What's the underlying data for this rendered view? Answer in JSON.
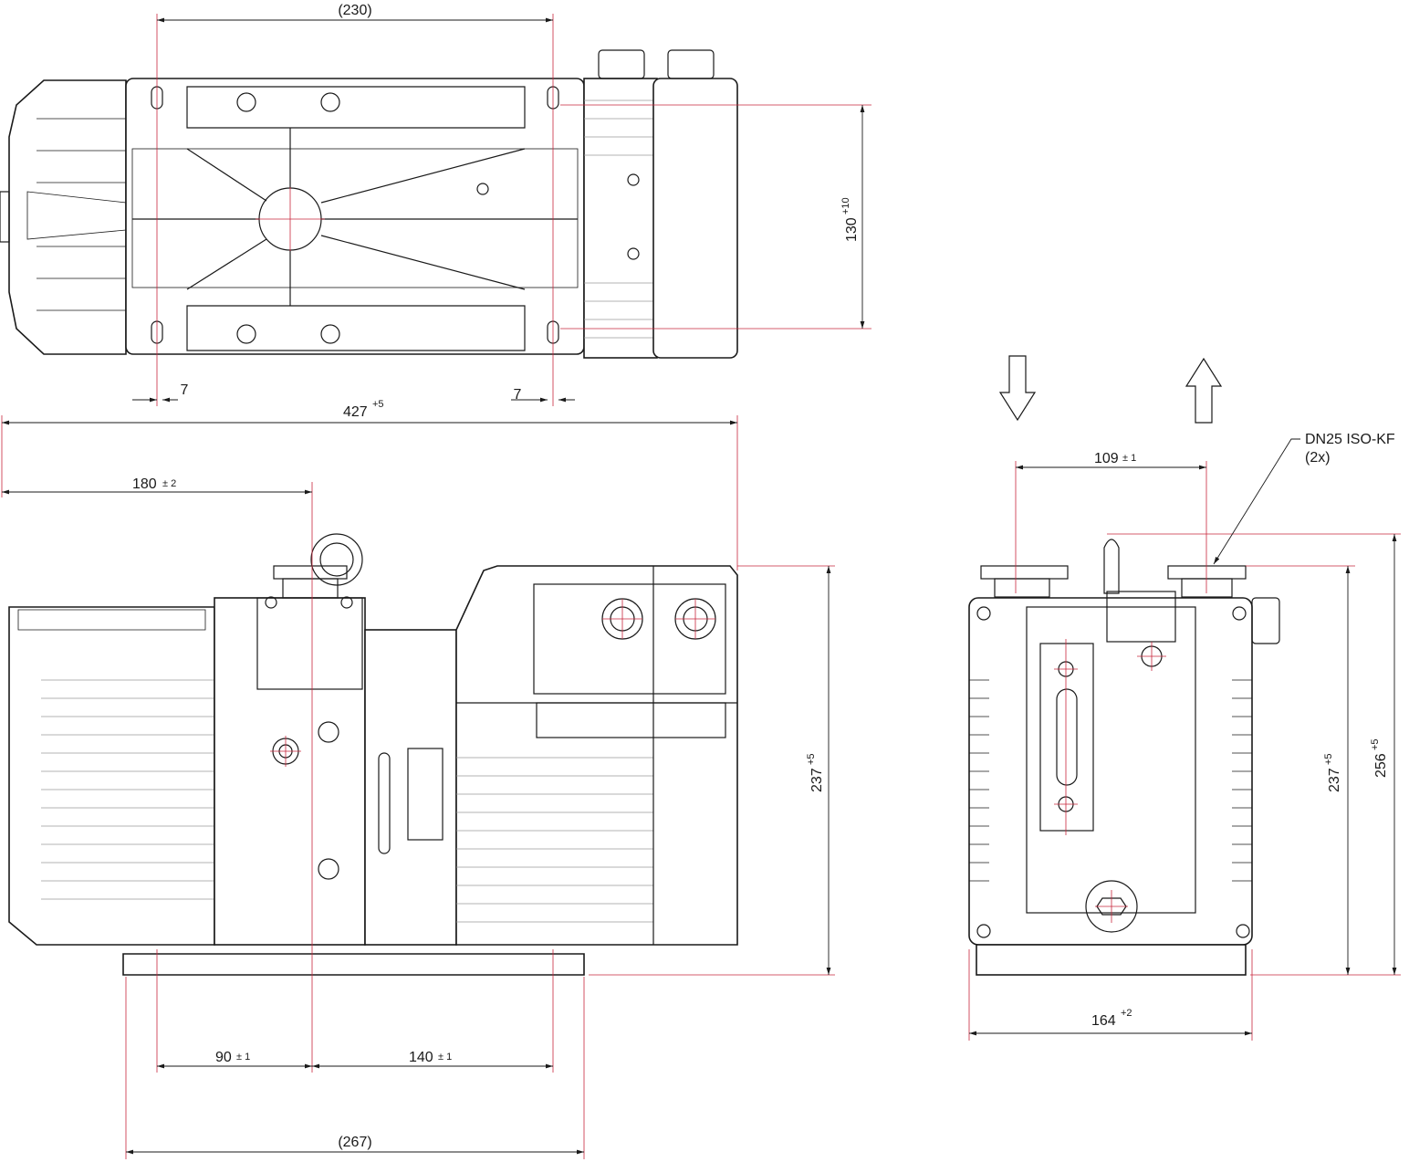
{
  "dimensions": {
    "top_spacing": "(230)",
    "hole_slot_left": "7",
    "hole_slot_right": "7",
    "width_top_view": "130",
    "width_top_view_tol": "+10",
    "overall_length": "427",
    "overall_length_tol": "+5",
    "inlet_position": "180",
    "inlet_position_tol": "± 2",
    "height_side": "237",
    "height_side_tol": "+5",
    "foot_spacing_left": "90",
    "foot_spacing_left_tol": "± 1",
    "foot_spacing_right": "140",
    "foot_spacing_right_tol": "± 1",
    "base_length": "(267)",
    "flange_spacing": "109",
    "flange_spacing_tol": "± 1",
    "end_height": "237",
    "end_height_tol": "+5",
    "end_total_height": "256",
    "end_total_height_tol": "+5",
    "end_width": "164",
    "end_width_tol": "+2"
  },
  "callouts": {
    "flange_label_line1": "DN25 ISO-KF",
    "flange_label_line2": "(2x)"
  },
  "arrows": {
    "inlet_direction": "down",
    "outlet_direction": "up"
  },
  "colors": {
    "outline": "#1a1a1a",
    "centerline": "#c8273d",
    "background": "#ffffff"
  }
}
